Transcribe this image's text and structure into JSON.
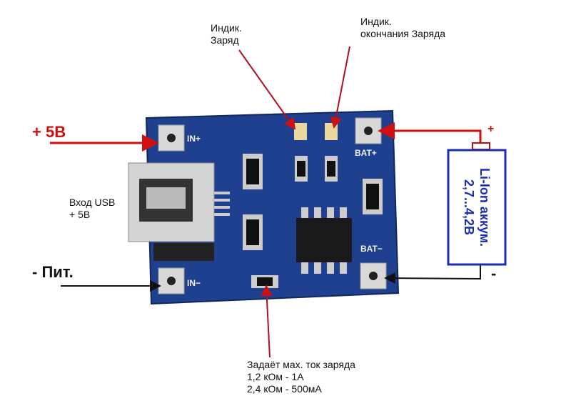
{
  "labels": {
    "plus_5v": "+ 5В",
    "minus_power": "- Пит.",
    "usb_input_line1": "Вход USB",
    "usb_input_line2": "+ 5В",
    "charge_ind_line1": "Индик.",
    "charge_ind_line2": "Заряд",
    "end_ind_line1": "Индик.",
    "end_ind_line2": "окончания Заряда",
    "resistor_line1": "Задаёт мах. ток заряда",
    "resistor_line2": "1,2 кОм - 1А",
    "resistor_line3": "2,4 кОм - 500мА",
    "battery_plus": "+",
    "battery_minus": "-"
  },
  "battery": {
    "line1": "Li-Ion аккум.",
    "line2": "2,7...4,2В"
  },
  "board": {
    "in_plus": "IN+",
    "in_minus": "IN−",
    "bat_plus": "BAT+",
    "bat_minus": "BAT−"
  },
  "colors": {
    "red": "#d01010",
    "black": "#111111",
    "board": "#1f3f8f",
    "battery": "#1a2fb0"
  }
}
